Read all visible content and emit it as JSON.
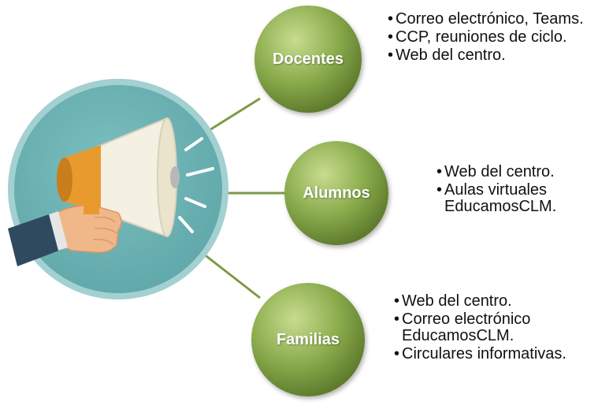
{
  "diagram": {
    "colors": {
      "node_fill": "#8cad4e",
      "node_highlight": "#c8dc8f",
      "node_shadow": "#5e7b2c",
      "connector": "#7d9a45",
      "center_fill": "#5fa7a9",
      "center_rim": "#a3d0d1",
      "megaphone_body": "#f4f0e2",
      "megaphone_mouth": "#e89b2c",
      "hand": "#f0b888",
      "sleeve": "#2f4a5f",
      "sound_lines": "#ffffff",
      "text": "#111111"
    },
    "center_icon": "megaphone-hand-icon",
    "nodes": [
      {
        "label": "Docentes",
        "items": [
          "Correo electrónico, Teams.",
          "CCP, reuniones de ciclo.",
          "Web del centro."
        ]
      },
      {
        "label": "Alumnos",
        "items": [
          "Web del centro.",
          "Aulas virtuales EducamosCLM."
        ]
      },
      {
        "label": "Familias",
        "items": [
          "Web del centro.",
          "Correo electrónico EducamosCLM.",
          "Circulares informativas."
        ]
      }
    ]
  }
}
